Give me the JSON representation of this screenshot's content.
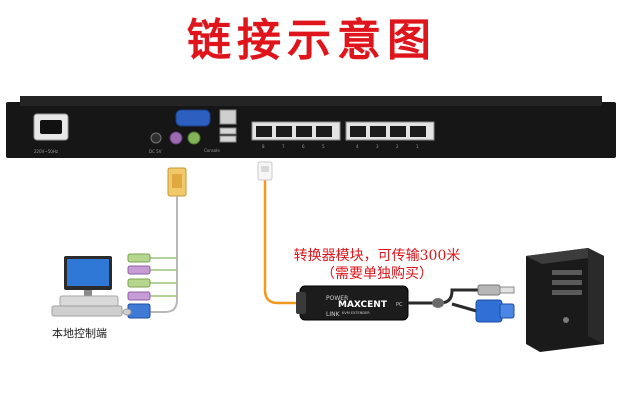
{
  "title": "链接示意图",
  "kvm_panel": {
    "power_rating": "220V~50Hz",
    "dc_label": "DC 5V",
    "console_label": "Console",
    "port_numbers": [
      "8",
      "7",
      "6",
      "5",
      "4",
      "3",
      "2",
      "1"
    ]
  },
  "local_console": {
    "label": "本地控制端"
  },
  "converter": {
    "line1": "转换器模块，可传输300米",
    "line2": "（需要单独购买）",
    "brand": "MAXCENT",
    "model": "KVM EXTENDER",
    "port_left": "POWER",
    "port_link": "LINK",
    "port_pc": "PC"
  },
  "colors": {
    "title_red": "#e0141b",
    "cable_orange": "#f39a1e",
    "cable_blue": "#2f6fd6",
    "chassis": "#161616"
  }
}
